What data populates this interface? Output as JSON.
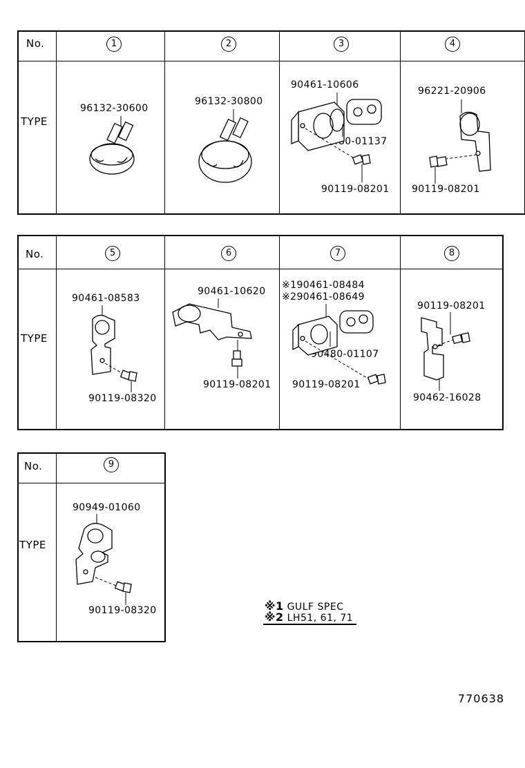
{
  "header": {
    "no_label": "No.",
    "type_label": "TYPE"
  },
  "clamps": [
    {
      "no": "1",
      "parts": [
        "96132-30600"
      ]
    },
    {
      "no": "2",
      "parts": [
        "96132-30800"
      ]
    },
    {
      "no": "3",
      "parts": [
        "90461-10606",
        "90480-01137",
        "90119-08201"
      ]
    },
    {
      "no": "4",
      "parts": [
        "96221-20906",
        "90119-08201"
      ]
    },
    {
      "no": "5",
      "parts": [
        "90461-08583",
        "90119-08320"
      ]
    },
    {
      "no": "6",
      "parts": [
        "90461-10620",
        "90119-08201"
      ]
    },
    {
      "no": "7",
      "parts": [
        "※190461-08484",
        "※290461-08649",
        "90480-01107",
        "90119-08201"
      ]
    },
    {
      "no": "8",
      "parts": [
        "90119-08201",
        "90462-16028"
      ]
    },
    {
      "no": "9",
      "parts": [
        "90949-01060",
        "90119-08320"
      ]
    }
  ],
  "notes": [
    {
      "mark": "※1",
      "text": "GULF SPEC"
    },
    {
      "mark": "※2",
      "text": "LH51, 61, 71"
    }
  ],
  "reference": "770638"
}
